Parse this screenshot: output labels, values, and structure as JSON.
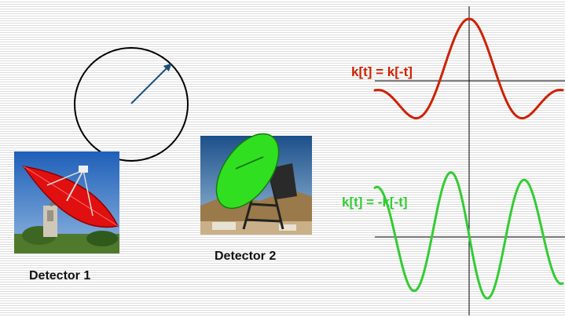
{
  "detectors": [
    {
      "label": "Detector 1",
      "dish_color": "#e01010"
    },
    {
      "label": "Detector 2",
      "dish_color": "#30e020"
    }
  ],
  "equations": [
    {
      "text": "k[t] = k[-t]",
      "color": "#cc2200"
    },
    {
      "text": "k[t] = -k[-t]",
      "color": "#33cc33"
    }
  ],
  "curve_colors": {
    "even": "#cc2200",
    "odd": "#33cc33"
  },
  "vector_color": "#1a4f7a"
}
